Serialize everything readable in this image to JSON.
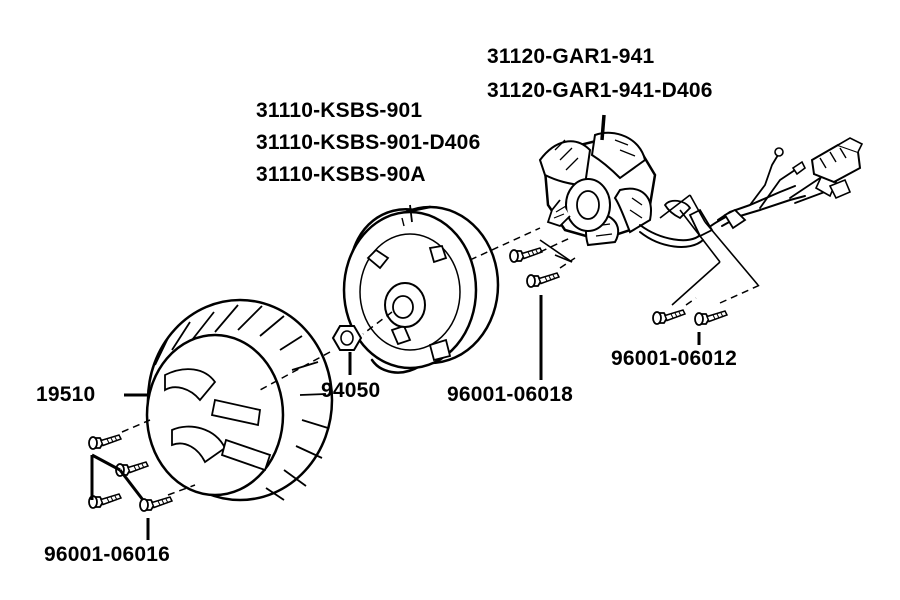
{
  "parts": {
    "stator_1": "31120-GAR1-941",
    "stator_2": "31120-GAR1-941-D406",
    "flywheel_1": "31110-KSBS-901",
    "flywheel_2": "31110-KSBS-901-D406",
    "flywheel_3": "31110-KSBS-90A",
    "fan": "19510",
    "nut": "94050",
    "bolt_center": "96001-06018",
    "bolt_right": "96001-06012",
    "bolt_left": "96001-06016"
  },
  "colors": {
    "ink": "#000000",
    "background": "#ffffff"
  }
}
